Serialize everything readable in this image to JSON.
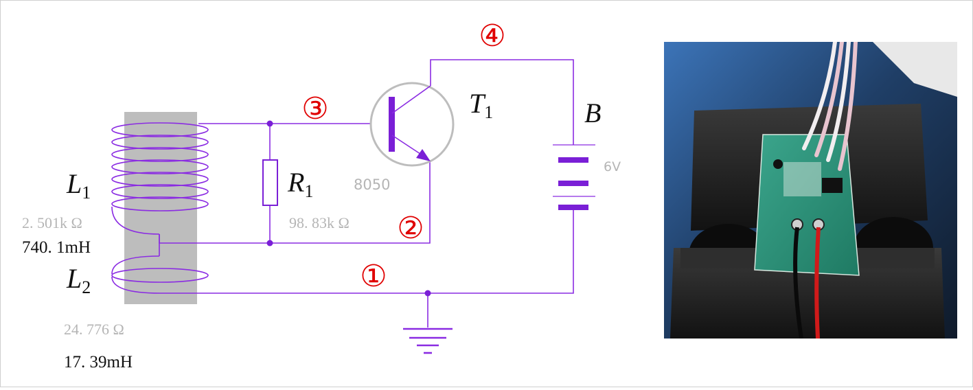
{
  "colors": {
    "wire": "#8a2be2",
    "component": "#7a1fd6",
    "marker": "#e00000",
    "gray_text": "#b5b5b5",
    "core": "#bdbdbd"
  },
  "schematic": {
    "markers": {
      "m1": "①",
      "m2": "②",
      "m3": "③",
      "m4": "④"
    },
    "l1": {
      "letter": "L",
      "sub": "1",
      "resistance": "2. 501k Ω",
      "inductance": "740. 1mH"
    },
    "l2": {
      "letter": "L",
      "sub": "2",
      "resistance": "24. 776 Ω",
      "inductance": "17. 39mH"
    },
    "r1": {
      "letter": "R",
      "sub": "1",
      "value": "98. 83k Ω"
    },
    "t1": {
      "letter": "T",
      "sub": "1",
      "model": "8050"
    },
    "battery": {
      "letter": "B",
      "voltage": "6V"
    }
  },
  "photo": {
    "icon": "circuit-board-photo-icon"
  }
}
